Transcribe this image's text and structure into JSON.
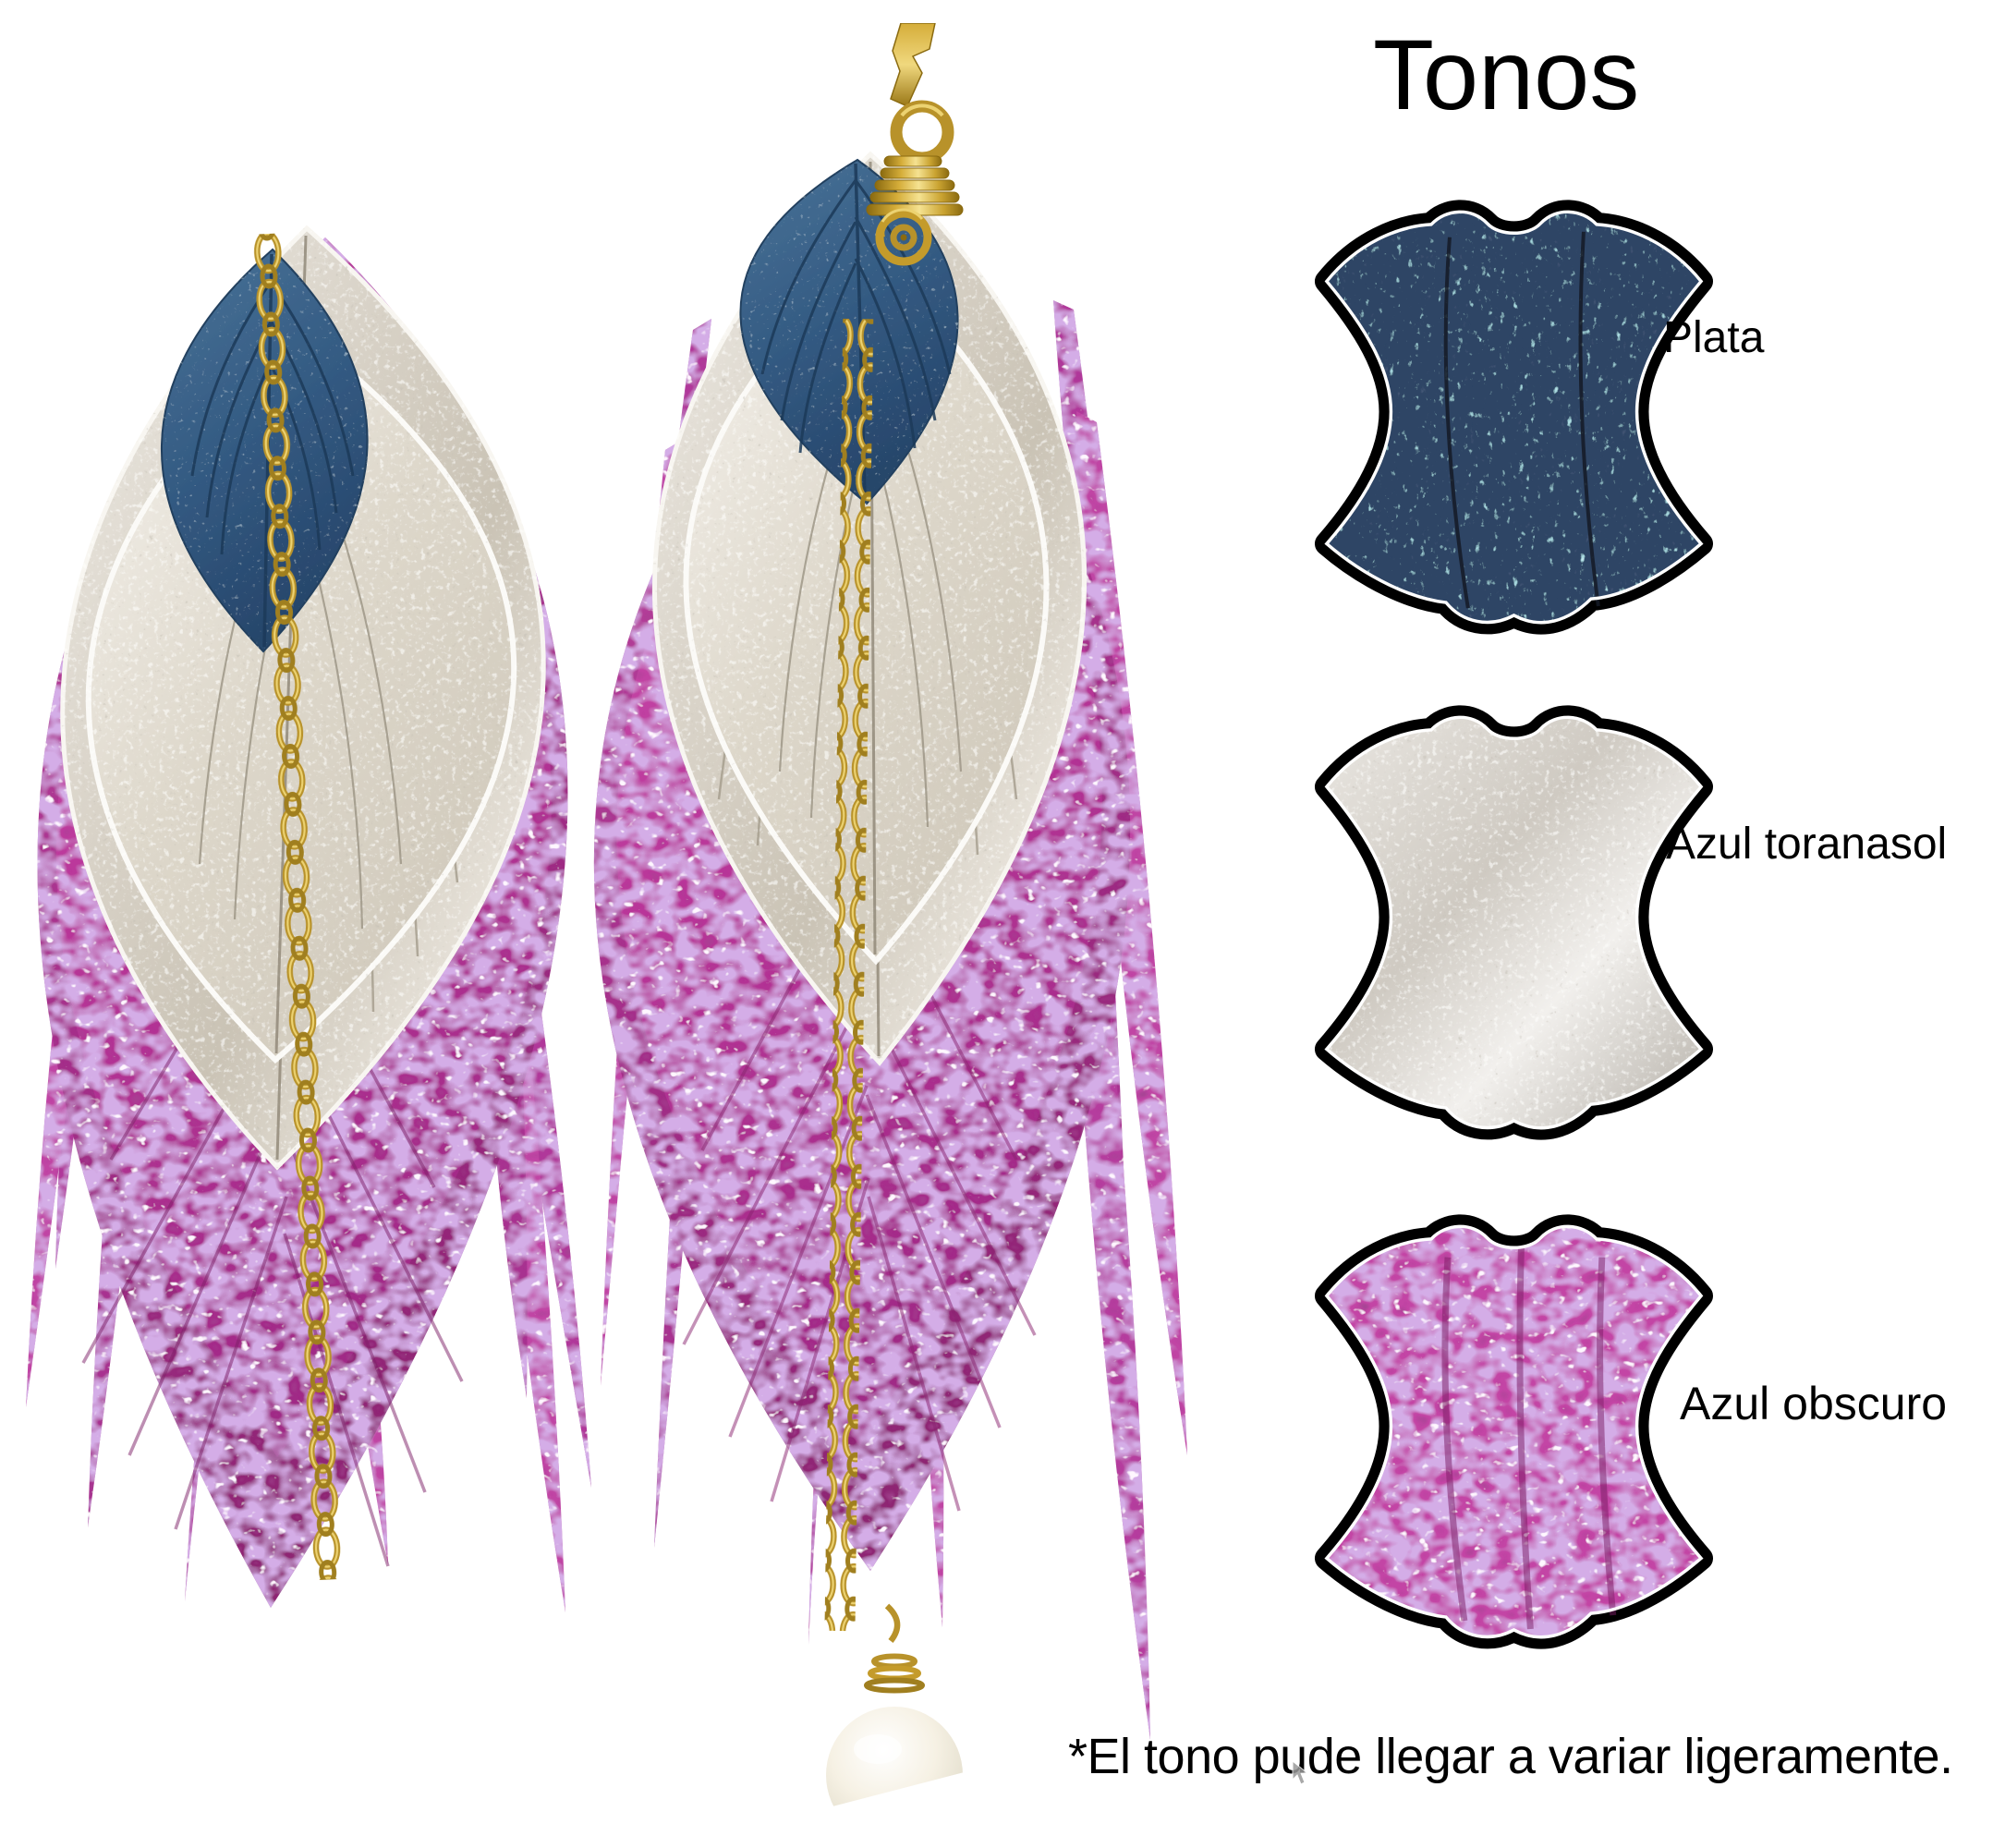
{
  "panel": {
    "title": "Tonos",
    "swatches": [
      {
        "label": "Plata",
        "icon": "leather-hide-icon",
        "texture": "blue-crackle-metallic",
        "color": "#2f4565"
      },
      {
        "label": "Azul toranasol",
        "icon": "leather-hide-icon",
        "texture": "silver-pebbled-leather",
        "color": "#d6d1c9"
      },
      {
        "label": "Azul obscuro",
        "icon": "leather-hide-icon",
        "texture": "fuchsia-glitter-leather",
        "color": "#c344a5"
      }
    ],
    "outline_color": "#000000"
  },
  "footnote": {
    "text": "*El tono pude llegar a variar ligeramente."
  },
  "colors": {
    "gold": "#c49b2b",
    "silver_leather": "#ddd7cb",
    "blue_leather": "#3a618c",
    "pink_glitter": "#bb3f9e",
    "pearl": "#f4efe2",
    "background": "#ffffff",
    "text": "#000000"
  }
}
